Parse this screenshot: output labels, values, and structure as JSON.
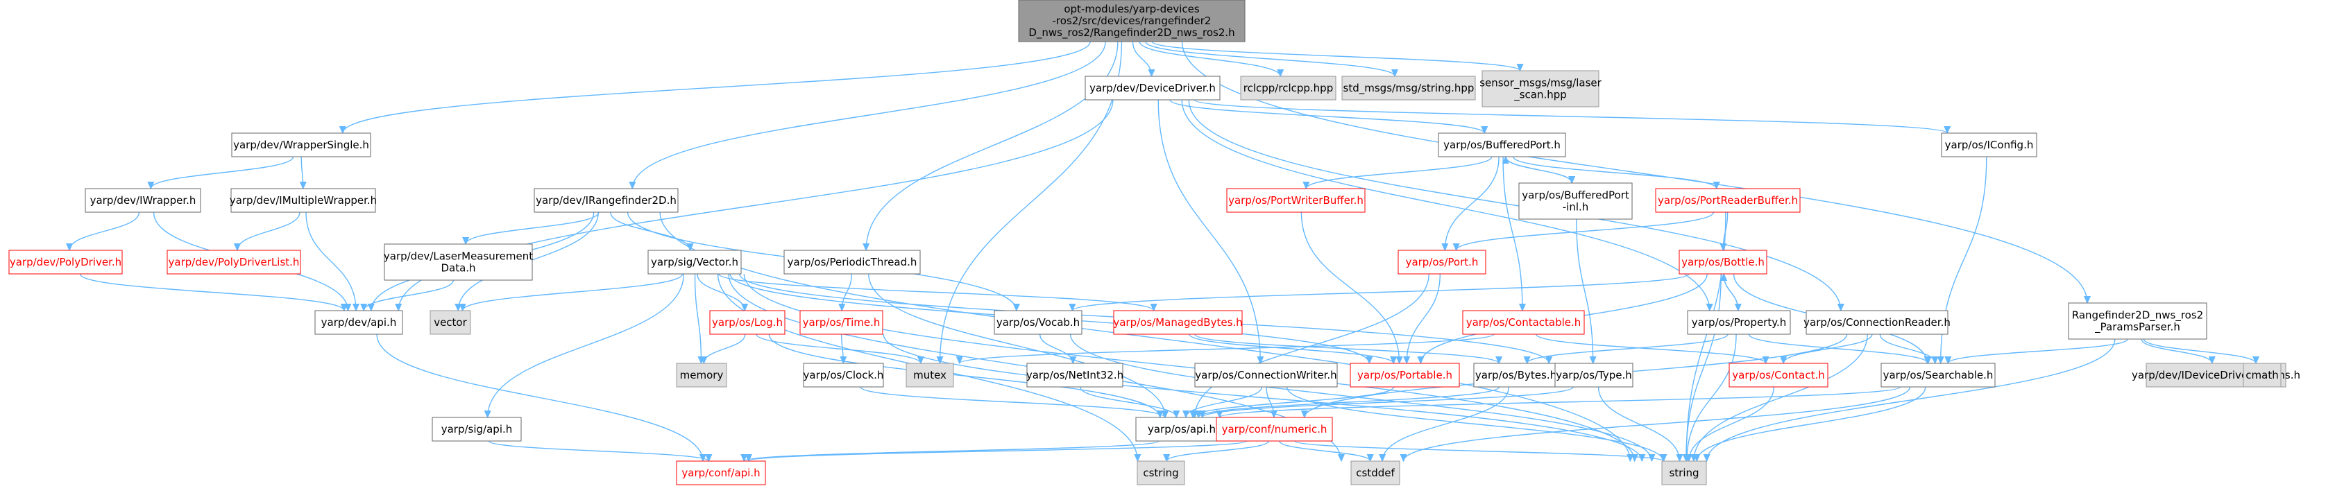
{
  "colors": {
    "edge": "#63b8ff",
    "root_fill": "#999999",
    "external_fill": "#e0e0e0",
    "incomplete_label": "#ff0000",
    "border": "#666666"
  },
  "nodes": {
    "root": {
      "label": [
        "opt-modules/yarp-devices",
        "-ros2/src/devices/rangefinder2",
        "D_nws_ros2/Rangefinder2D_nws_ros2.h"
      ],
      "kind": "root"
    },
    "wrappersingle": {
      "label": [
        "yarp/dev/WrapperSingle.h"
      ],
      "kind": "normal"
    },
    "iwrapper": {
      "label": [
        "yarp/dev/IWrapper.h"
      ],
      "kind": "normal"
    },
    "imultiplewrapper": {
      "label": [
        "yarp/dev/IMultipleWrapper.h"
      ],
      "kind": "normal"
    },
    "polydriver": {
      "label": [
        "yarp/dev/PolyDriver.h"
      ],
      "kind": "red"
    },
    "polydriverlist": {
      "label": [
        "yarp/dev/PolyDriverList.h"
      ],
      "kind": "red"
    },
    "irangefinder2d": {
      "label": [
        "yarp/dev/IRangefinder2D.h"
      ],
      "kind": "normal"
    },
    "lasermeasurement": {
      "label": [
        "yarp/dev/LaserMeasurement",
        "Data.h"
      ],
      "kind": "normal"
    },
    "devapi": {
      "label": [
        "yarp/dev/api.h"
      ],
      "kind": "normal"
    },
    "vector_std": {
      "label": [
        "vector"
      ],
      "kind": "grey"
    },
    "sigvector": {
      "label": [
        "yarp/sig/Vector.h"
      ],
      "kind": "normal"
    },
    "oslog": {
      "label": [
        "yarp/os/Log.h"
      ],
      "kind": "red"
    },
    "memory": {
      "label": [
        "memory"
      ],
      "kind": "grey"
    },
    "sigapi": {
      "label": [
        "yarp/sig/api.h"
      ],
      "kind": "normal"
    },
    "confapi": {
      "label": [
        "yarp/conf/api.h"
      ],
      "kind": "red"
    },
    "periodicthread": {
      "label": [
        "yarp/os/PeriodicThread.h"
      ],
      "kind": "normal"
    },
    "ostime": {
      "label": [
        "yarp/os/Time.h"
      ],
      "kind": "red"
    },
    "osclock": {
      "label": [
        "yarp/os/Clock.h"
      ],
      "kind": "normal"
    },
    "devicedriver": {
      "label": [
        "yarp/dev/DeviceDriver.h"
      ],
      "kind": "normal"
    },
    "rclcpp": {
      "label": [
        "rclcpp/rclcpp.hpp"
      ],
      "kind": "grey"
    },
    "stdmsgs": {
      "label": [
        "std_msgs/msg/string.hpp"
      ],
      "kind": "grey"
    },
    "sensormsgs": {
      "label": [
        "sensor_msgs/msg/laser",
        "_scan.hpp"
      ],
      "kind": "grey"
    },
    "osvocab": {
      "label": [
        "yarp/os/Vocab.h"
      ],
      "kind": "normal"
    },
    "osnetint32": {
      "label": [
        "yarp/os/NetInt32.h"
      ],
      "kind": "normal"
    },
    "osmanagedbytes": {
      "label": [
        "yarp/os/ManagedBytes.h"
      ],
      "kind": "red"
    },
    "mutex": {
      "label": [
        "mutex"
      ],
      "kind": "grey"
    },
    "connectionwriter": {
      "label": [
        "yarp/os/ConnectionWriter.h"
      ],
      "kind": "normal"
    },
    "bufferedport": {
      "label": [
        "yarp/os/BufferedPort.h"
      ],
      "kind": "normal"
    },
    "portwriterbuffer": {
      "label": [
        "yarp/os/PortWriterBuffer.h"
      ],
      "kind": "red"
    },
    "bufferedportinl": {
      "label": [
        "yarp/os/BufferedPort",
        "-inl.h"
      ],
      "kind": "normal"
    },
    "portreaderbuffer": {
      "label": [
        "yarp/os/PortReaderBuffer.h"
      ],
      "kind": "red"
    },
    "osport": {
      "label": [
        "yarp/os/Port.h"
      ],
      "kind": "red"
    },
    "contactable": {
      "label": [
        "yarp/os/Contactable.h"
      ],
      "kind": "red"
    },
    "osportable": {
      "label": [
        "yarp/os/Portable.h"
      ],
      "kind": "red"
    },
    "osbytes": {
      "label": [
        "yarp/os/Bytes.h"
      ],
      "kind": "normal"
    },
    "osapi": {
      "label": [
        "yarp/os/api.h"
      ],
      "kind": "normal"
    },
    "confnumeric": {
      "label": [
        "yarp/conf/numeric.h"
      ],
      "kind": "red"
    },
    "cstring": {
      "label": [
        "cstring"
      ],
      "kind": "grey"
    },
    "cstddef": {
      "label": [
        "cstddef"
      ],
      "kind": "grey"
    },
    "string": {
      "label": [
        "string"
      ],
      "kind": "grey"
    },
    "osbottle": {
      "label": [
        "yarp/os/Bottle.h"
      ],
      "kind": "red"
    },
    "osproperty": {
      "label": [
        "yarp/os/Property.h"
      ],
      "kind": "normal"
    },
    "ostype": {
      "label": [
        "yarp/os/Type.h"
      ],
      "kind": "normal"
    },
    "connectionreader": {
      "label": [
        "yarp/os/ConnectionReader.h"
      ],
      "kind": "normal"
    },
    "oscontact": {
      "label": [
        "yarp/os/Contact.h"
      ],
      "kind": "red"
    },
    "searchable": {
      "label": [
        "yarp/os/Searchable.h"
      ],
      "kind": "normal"
    },
    "iconfig": {
      "label": [
        "yarp/os/IConfig.h"
      ],
      "kind": "normal"
    },
    "paramsparser": {
      "label": [
        "Rangefinder2D_nws_ros2",
        "_ParamsParser.h"
      ],
      "kind": "normal"
    },
    "idevicedriverparams": {
      "label": [
        "yarp/dev/IDeviceDriverParams.h"
      ],
      "kind": "grey"
    },
    "cmath": {
      "label": [
        "cmath"
      ],
      "kind": "grey"
    }
  },
  "edges": [
    [
      "root",
      "wrappersingle"
    ],
    [
      "root",
      "irangefinder2d"
    ],
    [
      "root",
      "periodicthread"
    ],
    [
      "root",
      "devicedriver"
    ],
    [
      "root",
      "rclcpp"
    ],
    [
      "root",
      "stdmsgs"
    ],
    [
      "root",
      "sensormsgs"
    ],
    [
      "root",
      "mutex"
    ],
    [
      "root",
      "paramsparser"
    ],
    [
      "wrappersingle",
      "iwrapper"
    ],
    [
      "wrappersingle",
      "imultiplewrapper"
    ],
    [
      "iwrapper",
      "polydriver"
    ],
    [
      "iwrapper",
      "devapi"
    ],
    [
      "imultiplewrapper",
      "polydriverlist"
    ],
    [
      "imultiplewrapper",
      "devapi"
    ],
    [
      "polydriver",
      "devapi"
    ],
    [
      "irangefinder2d",
      "lasermeasurement"
    ],
    [
      "irangefinder2d",
      "devapi"
    ],
    [
      "irangefinder2d",
      "vector_std"
    ],
    [
      "irangefinder2d",
      "sigvector"
    ],
    [
      "irangefinder2d",
      "string"
    ],
    [
      "irangefinder2d",
      "osvocab"
    ],
    [
      "lasermeasurement",
      "devapi"
    ],
    [
      "devapi",
      "confapi"
    ],
    [
      "sigvector",
      "oslog"
    ],
    [
      "sigvector",
      "memory"
    ],
    [
      "sigvector",
      "sigapi"
    ],
    [
      "sigvector",
      "vector_std"
    ],
    [
      "sigvector",
      "cstring"
    ],
    [
      "sigvector",
      "cstddef"
    ],
    [
      "sigvector",
      "string"
    ],
    [
      "sigvector",
      "osmanagedbytes"
    ],
    [
      "sigvector",
      "osportable"
    ],
    [
      "sigvector",
      "ostype"
    ],
    [
      "oslog",
      "memory"
    ],
    [
      "oslog",
      "mutex"
    ],
    [
      "oslog",
      "osapi"
    ],
    [
      "sigapi",
      "confapi"
    ],
    [
      "periodicthread",
      "ostime"
    ],
    [
      "periodicthread",
      "osapi"
    ],
    [
      "ostime",
      "osclock"
    ],
    [
      "ostime",
      "string"
    ],
    [
      "osclock",
      "osapi"
    ],
    [
      "devicedriver",
      "devapi"
    ],
    [
      "devicedriver",
      "bufferedport"
    ],
    [
      "devicedriver",
      "iconfig"
    ],
    [
      "devicedriver",
      "connectionwriter"
    ],
    [
      "devicedriver",
      "osproperty"
    ],
    [
      "devicedriver",
      "connectionreader"
    ],
    [
      "osvocab",
      "osnetint32"
    ],
    [
      "osvocab",
      "string"
    ],
    [
      "osnetint32",
      "osapi"
    ],
    [
      "osmanagedbytes",
      "osportable"
    ],
    [
      "osmanagedbytes",
      "osbytes"
    ],
    [
      "connectionwriter",
      "osapi"
    ],
    [
      "connectionwriter",
      "confnumeric"
    ],
    [
      "connectionwriter",
      "string"
    ],
    [
      "bufferedport",
      "portwriterbuffer"
    ],
    [
      "bufferedport",
      "bufferedportinl"
    ],
    [
      "bufferedport",
      "portreaderbuffer"
    ],
    [
      "bufferedport",
      "osport"
    ],
    [
      "bufferedport",
      "contactable"
    ],
    [
      "bufferedportinl",
      "bufferedport"
    ],
    [
      "bufferedportinl",
      "ostype"
    ],
    [
      "portwriterbuffer",
      "osportable"
    ],
    [
      "portreaderbuffer",
      "osport"
    ],
    [
      "portreaderbuffer",
      "osbottle"
    ],
    [
      "portreaderbuffer",
      "string"
    ],
    [
      "osport",
      "osportable"
    ],
    [
      "osport",
      "osapi"
    ],
    [
      "contactable",
      "mutex"
    ],
    [
      "contactable",
      "oscontact"
    ],
    [
      "osportable",
      "osapi"
    ],
    [
      "osbytes",
      "osapi"
    ],
    [
      "osbytes",
      "cstddef"
    ],
    [
      "osapi",
      "confapi"
    ],
    [
      "confnumeric",
      "confapi"
    ],
    [
      "confnumeric",
      "cstring"
    ],
    [
      "confnumeric",
      "cstddef"
    ],
    [
      "confnumeric",
      "string"
    ],
    [
      "osbottle",
      "osvocab"
    ],
    [
      "osbottle",
      "osproperty"
    ],
    [
      "osbottle",
      "osportable"
    ],
    [
      "osbottle",
      "searchable"
    ],
    [
      "osbottle",
      "string"
    ],
    [
      "osproperty",
      "osbottle"
    ],
    [
      "osproperty",
      "searchable"
    ],
    [
      "osproperty",
      "osbytes"
    ],
    [
      "osproperty",
      "string"
    ],
    [
      "ostype",
      "osapi"
    ],
    [
      "ostype",
      "string"
    ],
    [
      "connectionreader",
      "oscontact"
    ],
    [
      "connectionreader",
      "searchable"
    ],
    [
      "connectionreader",
      "confnumeric"
    ],
    [
      "connectionreader",
      "string"
    ],
    [
      "oscontact",
      "string"
    ],
    [
      "searchable",
      "osapi"
    ],
    [
      "searchable",
      "cstddef"
    ],
    [
      "searchable",
      "string"
    ],
    [
      "iconfig",
      "searchable"
    ],
    [
      "paramsparser",
      "searchable"
    ],
    [
      "paramsparser",
      "idevicedriverparams"
    ],
    [
      "paramsparser",
      "cmath"
    ],
    [
      "paramsparser",
      "string"
    ]
  ]
}
